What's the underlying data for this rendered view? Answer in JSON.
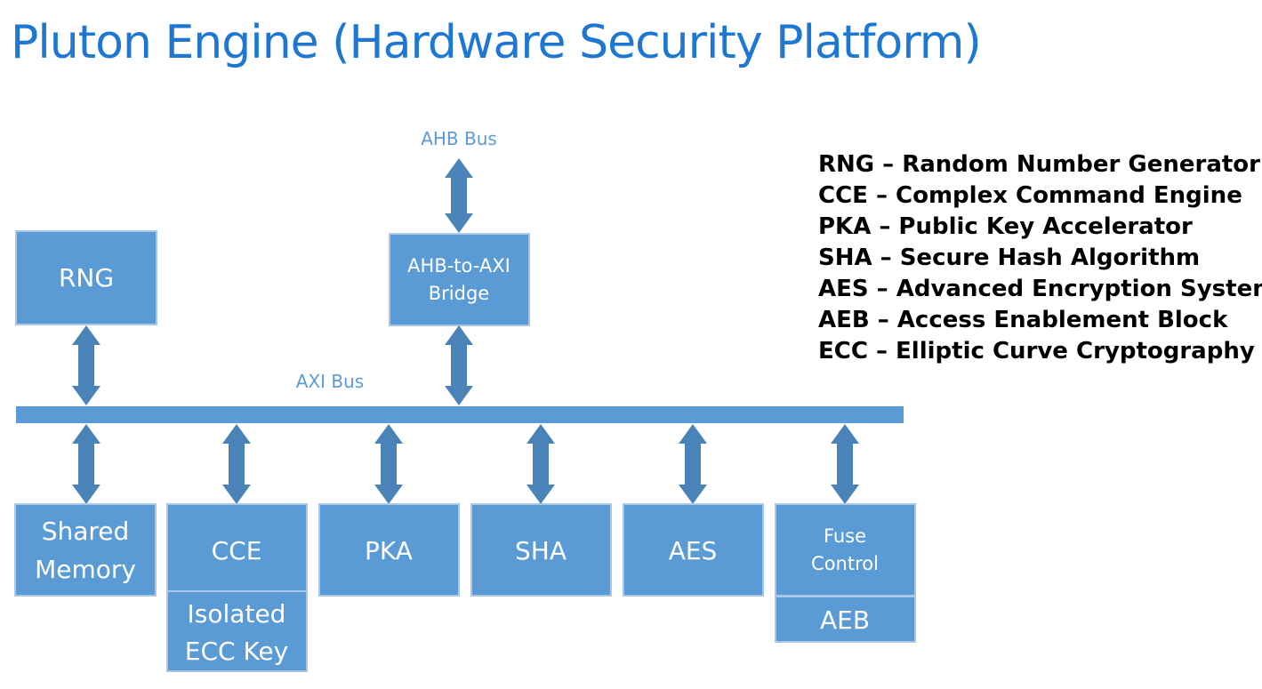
{
  "title": "Pluton Engine (Hardware Security Platform)",
  "colors": {
    "title": "#1e78d2",
    "block_fill": "#5b9bd5",
    "block_border": "#a9c7e8",
    "arrow_fill": "#4a83b8",
    "bus_label": "#5b9bd5"
  },
  "buses": {
    "ahb": "AHB Bus",
    "axi": "AXI Bus"
  },
  "blocks": {
    "rng": "RNG",
    "bridge_line1": "AHB-to-AXI",
    "bridge_line2": "Bridge",
    "shared_line1": "Shared",
    "shared_line2": "Memory",
    "cce": "CCE",
    "isolated_line1": "Isolated",
    "isolated_line2": "ECC Key",
    "pka": "PKA",
    "sha": "SHA",
    "aes": "AES",
    "fuse_line1": "Fuse",
    "fuse_line2": "Control",
    "aeb": "AEB"
  },
  "legend": [
    "RNG – Random Number Generator",
    "CCE – Complex Command Engine",
    "PKA – Public Key Accelerator",
    "SHA – Secure Hash Algorithm",
    "AES – Advanced Encryption System",
    "AEB – Access Enablement Block",
    "ECC – Elliptic Curve Cryptography"
  ]
}
